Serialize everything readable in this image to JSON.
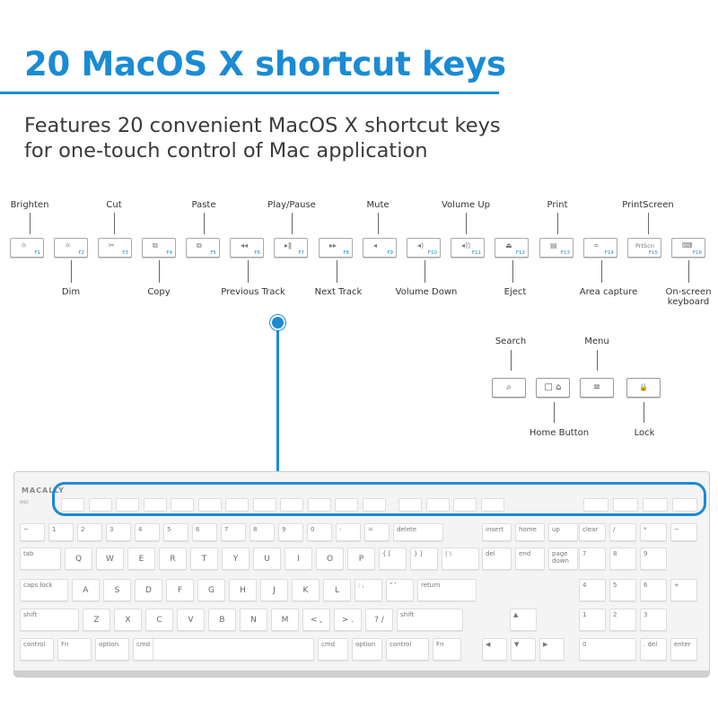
{
  "heading": "20 MacOS X shortcut keys",
  "subheading_line1": "Features 20 convenient MacOS X shortcut keys",
  "subheading_line2": "for one-touch control of Mac application",
  "top_labels": [
    "Brighten",
    "Cut",
    "Paste",
    "Play/Pause",
    "Mute",
    "Volume Up",
    "Print",
    "PrintScreen"
  ],
  "bottom_labels": [
    "Dim",
    "Copy",
    "Previous Track",
    "Next Track",
    "Volume Down",
    "Eject",
    "Area capture",
    "On-screen",
    "keyboard"
  ],
  "fkeys": [
    {
      "glyph": "☼",
      "num": "F1"
    },
    {
      "glyph": "☼",
      "num": "F2"
    },
    {
      "glyph": "✂",
      "num": "F3"
    },
    {
      "glyph": "⧉",
      "num": "F4"
    },
    {
      "glyph": "⧉",
      "num": "F5"
    },
    {
      "glyph": "◂◂",
      "num": "F6"
    },
    {
      "glyph": "▸ǁ",
      "num": "F7"
    },
    {
      "glyph": "▸▸",
      "num": "F8"
    },
    {
      "glyph": "◂",
      "num": "F9"
    },
    {
      "glyph": "◂)",
      "num": "F10"
    },
    {
      "glyph": "◂))",
      "num": "F11"
    },
    {
      "glyph": "⏏",
      "num": "F12"
    },
    {
      "glyph": "▤",
      "num": "F13"
    },
    {
      "glyph": "⌗",
      "num": "F14"
    },
    {
      "glyph": "PrtScn",
      "num": "F15"
    },
    {
      "glyph": "⌨",
      "num": "F16"
    }
  ],
  "side_labels": {
    "search": "Search",
    "menu": "Menu",
    "home": "Home Button",
    "lock": "Lock"
  },
  "side_keys": [
    {
      "glyph": "⌕"
    },
    {
      "glyph": "□ ⌂"
    },
    {
      "glyph": "≡"
    },
    {
      "glyph": "🔒"
    }
  ],
  "keyboard": {
    "brand": "MACALLY",
    "esc": "esc",
    "row_top_small": [
      "esc"
    ],
    "number_row": [
      "~",
      "1",
      "2",
      "3",
      "4",
      "5",
      "6",
      "7",
      "8",
      "9",
      "0",
      "-",
      "=",
      "delete",
      "insert",
      "home",
      "up",
      "clear",
      "/",
      "*",
      "−"
    ],
    "qwerty_row": [
      "tab",
      "Q",
      "W",
      "E",
      "R",
      "T",
      "Y",
      "U",
      "I",
      "O",
      "P",
      "{ [",
      "} ]",
      "| \\",
      "del",
      "end",
      "page down",
      "7",
      "8",
      "9"
    ],
    "asdf_row": [
      "caps lock",
      "A",
      "S",
      "D",
      "F",
      "G",
      "H",
      "J",
      "K",
      "L",
      ": ;",
      "\" '",
      "return",
      "4",
      "5",
      "6",
      "+"
    ],
    "zxcv_row": [
      "shift",
      "Z",
      "X",
      "C",
      "V",
      "B",
      "N",
      "M",
      "< ,",
      "> .",
      "? /",
      "shift",
      "▲",
      "1",
      "2",
      "3"
    ],
    "bottom_row": [
      "control",
      "Fn",
      "option",
      "cmd",
      "cmd",
      "option",
      "control",
      "Fn",
      "◀",
      "▼",
      "▶",
      "0",
      ". del",
      "enter"
    ]
  }
}
